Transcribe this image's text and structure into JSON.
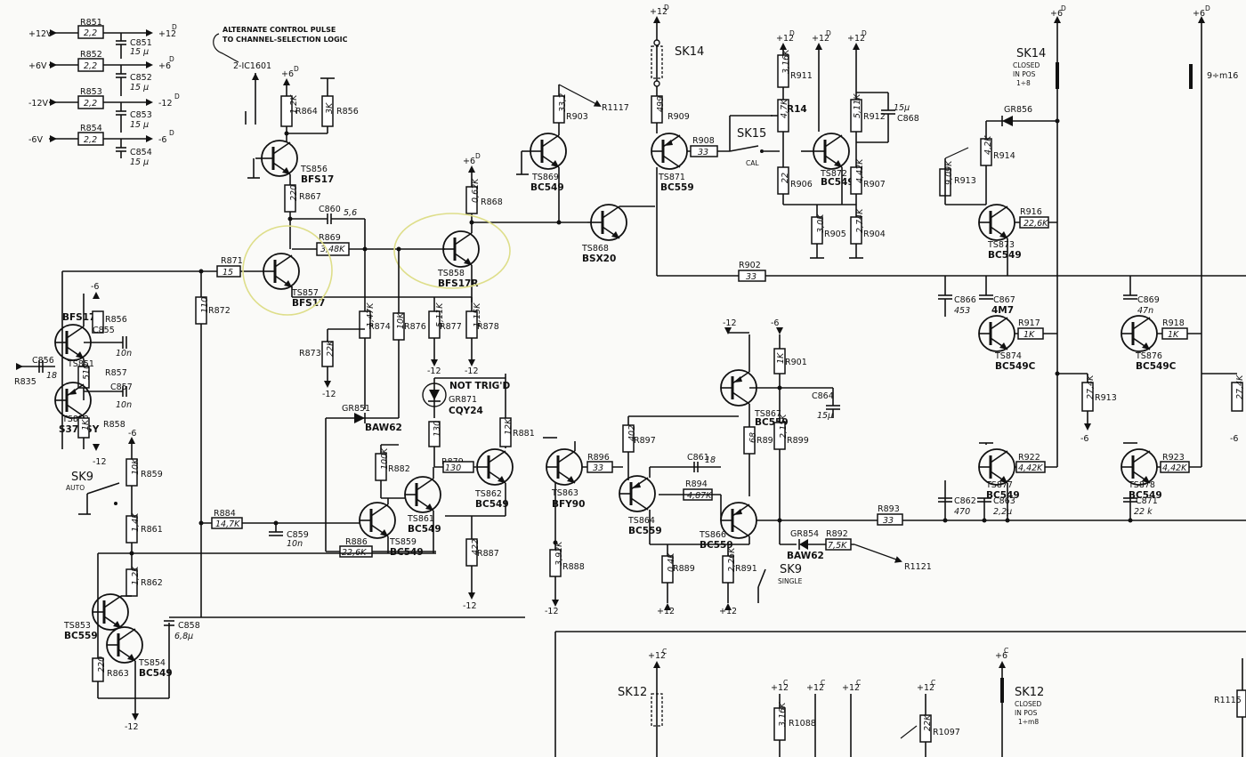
{
  "supply_rails": [
    {
      "in": "+12V",
      "r": "R851",
      "rv": "2,2",
      "out": "+12",
      "sup": "D",
      "c": "C851",
      "cv": "15 μ"
    },
    {
      "in": "+6V",
      "r": "R852",
      "rv": "2,2",
      "out": "+6",
      "sup": "D",
      "c": "C852",
      "cv": "15 μ"
    },
    {
      "in": "-12V",
      "r": "R853",
      "rv": "2,2",
      "out": "-12",
      "sup": "D",
      "c": "C853",
      "cv": "15 μ"
    },
    {
      "in": "-6V",
      "r": "R854",
      "rv": "2,2",
      "out": "-6",
      "sup": "D",
      "c": "C854",
      "cv": "15 μ"
    }
  ],
  "notes": {
    "alt_pulse": [
      "ALTERNATE CONTROL PULSE",
      "TO CHANNEL-SELECTION LOGIC"
    ],
    "ic_ref": "2-IC1601",
    "not_trigd": "NOT TRIG'D",
    "sk14": "SK14",
    "sk14_closed": [
      "CLOSED",
      "IN POS",
      "1÷8"
    ],
    "sk15": "SK15",
    "cal": "CAL",
    "sk9": "SK9",
    "sk9_auto": "AUTO",
    "sk9_single": "SINGLE",
    "sk12": "SK12",
    "sk12_closed": [
      "CLOSED",
      "IN POS",
      "1÷m8"
    ],
    "right_pos": "9÷m16"
  },
  "transistors": [
    {
      "id": "TS856",
      "type": "BFS17"
    },
    {
      "id": "TS857",
      "type": "BFS17"
    },
    {
      "id": "TS858",
      "type": "BFS17R"
    },
    {
      "id": "TS851",
      "type": "BFS17R"
    },
    {
      "id": "TS852",
      "type": "S37BSY"
    },
    {
      "id": "TS853",
      "type": "BC559"
    },
    {
      "id": "TS854",
      "type": "BC549"
    },
    {
      "id": "TS859",
      "type": "BC549"
    },
    {
      "id": "TS861",
      "type": "BC549"
    },
    {
      "id": "TS862",
      "type": "BC549"
    },
    {
      "id": "TS863",
      "type": "BFY90"
    },
    {
      "id": "TS864",
      "type": "BC559"
    },
    {
      "id": "TS866",
      "type": "BC559"
    },
    {
      "id": "TS867",
      "type": "BC559"
    },
    {
      "id": "TS868",
      "type": "BSX20"
    },
    {
      "id": "TS869",
      "type": "BC549"
    },
    {
      "id": "TS871",
      "type": "BC559"
    },
    {
      "id": "TS872",
      "type": "BC549"
    },
    {
      "id": "TS873",
      "type": "BC549"
    },
    {
      "id": "TS874",
      "type": "BC549C"
    },
    {
      "id": "TS876",
      "type": "BC549C"
    },
    {
      "id": "TS877",
      "type": "BC549"
    },
    {
      "id": "TS878",
      "type": "BC549"
    }
  ],
  "resistors": {
    "R864": "1,2K",
    "R856": "3K",
    "R867": "220",
    "R869": "3,48K",
    "R868": "0,62K",
    "R871": "15",
    "R872": "110",
    "R873": "22K",
    "R874": "1,47K",
    "R876": "10K",
    "R877": "5,11K",
    "R878": "1,15K",
    "R879": "130",
    "R881": "12K",
    "R882": "100K",
    "R884": "14,7K",
    "R885": "22,6K",
    "R886": "",
    "R887": "422",
    "R888": "3,92K",
    "R857": "510",
    "R858": "1K",
    "R859": "10K",
    "R861": "1,4K",
    "R862": "1,2K",
    "R863": "220",
    "R896": "33",
    "R897": "402",
    "R898": "68",
    "R899": "2,15K",
    "R893": "33",
    "R894": "4,87K",
    "R892": "7,5K",
    "R891": "2,26K",
    "R889": "0,4K",
    "R901": "1K",
    "R902": "33",
    "R903": "33,2",
    "R909": "499",
    "R908": "33",
    "R911": "3,16K",
    "R14": "4,7K",
    "R906": "22",
    "R905": "3,0K",
    "R912": "5,11K",
    "R907": "4,42K",
    "R904": "2,74K",
    "R913": "9,09K",
    "R914": "4,2K",
    "R916": "22,6K",
    "R917": "1K",
    "R918": "1K",
    "R919": "27,4K",
    "R922": "4,42K",
    "R923": "4,42K",
    "R1088": "3,16K",
    "R1097": "22K"
  },
  "capacitors": {
    "C860": "5,6",
    "C859": "10n",
    "C855": "10n",
    "C856": "18",
    "C857": "10n",
    "C858": "6,8μ",
    "C861": "18",
    "C864": "15μ",
    "C868": "15μ",
    "C866": "453",
    "C867": "4M7",
    "C869": "47n",
    "C862": "470",
    "C863": "2,2μ",
    "C871": "22 k"
  },
  "diodes": {
    "GR851": "BAW62",
    "GR854": "BAW62",
    "GR856": "",
    "GR871": "CQY24"
  },
  "refs": {
    "R1117": "R1117",
    "R1121": "R1121",
    "R835": "R835",
    "R1115": "R1115"
  }
}
